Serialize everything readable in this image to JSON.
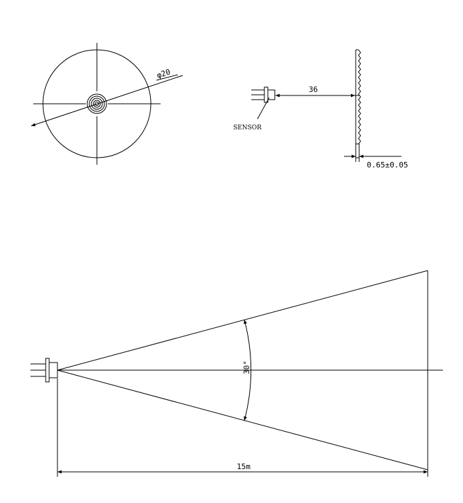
{
  "lens_view": {
    "diameter_label": "φ20"
  },
  "side_view": {
    "distance_label": "36",
    "sensor_label": "SENSOR",
    "thickness_label": "0.65±0.05"
  },
  "fov_view": {
    "angle_label": "30°",
    "range_label": "15m"
  }
}
